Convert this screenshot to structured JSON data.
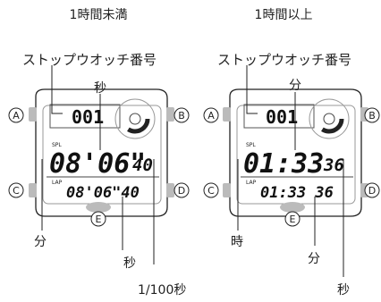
{
  "panels": [
    {
      "heading": "1時間未満",
      "stopwatch_label": "ストップウオッチ番号",
      "top_callout": "秒",
      "lcd_upper": "001",
      "spl_label": "SPL",
      "lap_label": "LAP",
      "main_digits": "08'06\"",
      "main_small": "40",
      "lap_digits": "08'06\"40",
      "callout_left": "分",
      "callout_mid": "秒",
      "callout_right": "1/100秒",
      "buttons": {
        "a": "A",
        "b": "B",
        "c": "C",
        "d": "D",
        "e": "E"
      }
    },
    {
      "heading": "1時間以上",
      "stopwatch_label": "ストップウオッチ番号",
      "top_callout": "分",
      "lcd_upper": "001",
      "spl_label": "SPL",
      "lap_label": "LAP",
      "main_digits": "01:33",
      "main_small": "36",
      "lap_digits": "01:33 36",
      "callout_left": "時",
      "callout_mid": "分",
      "callout_right": "秒",
      "buttons": {
        "a": "A",
        "b": "B",
        "c": "C",
        "d": "D",
        "e": "E"
      }
    }
  ],
  "colors": {
    "line": "#222222",
    "bezel": "#bbbbbb",
    "lcd": "#111111"
  }
}
